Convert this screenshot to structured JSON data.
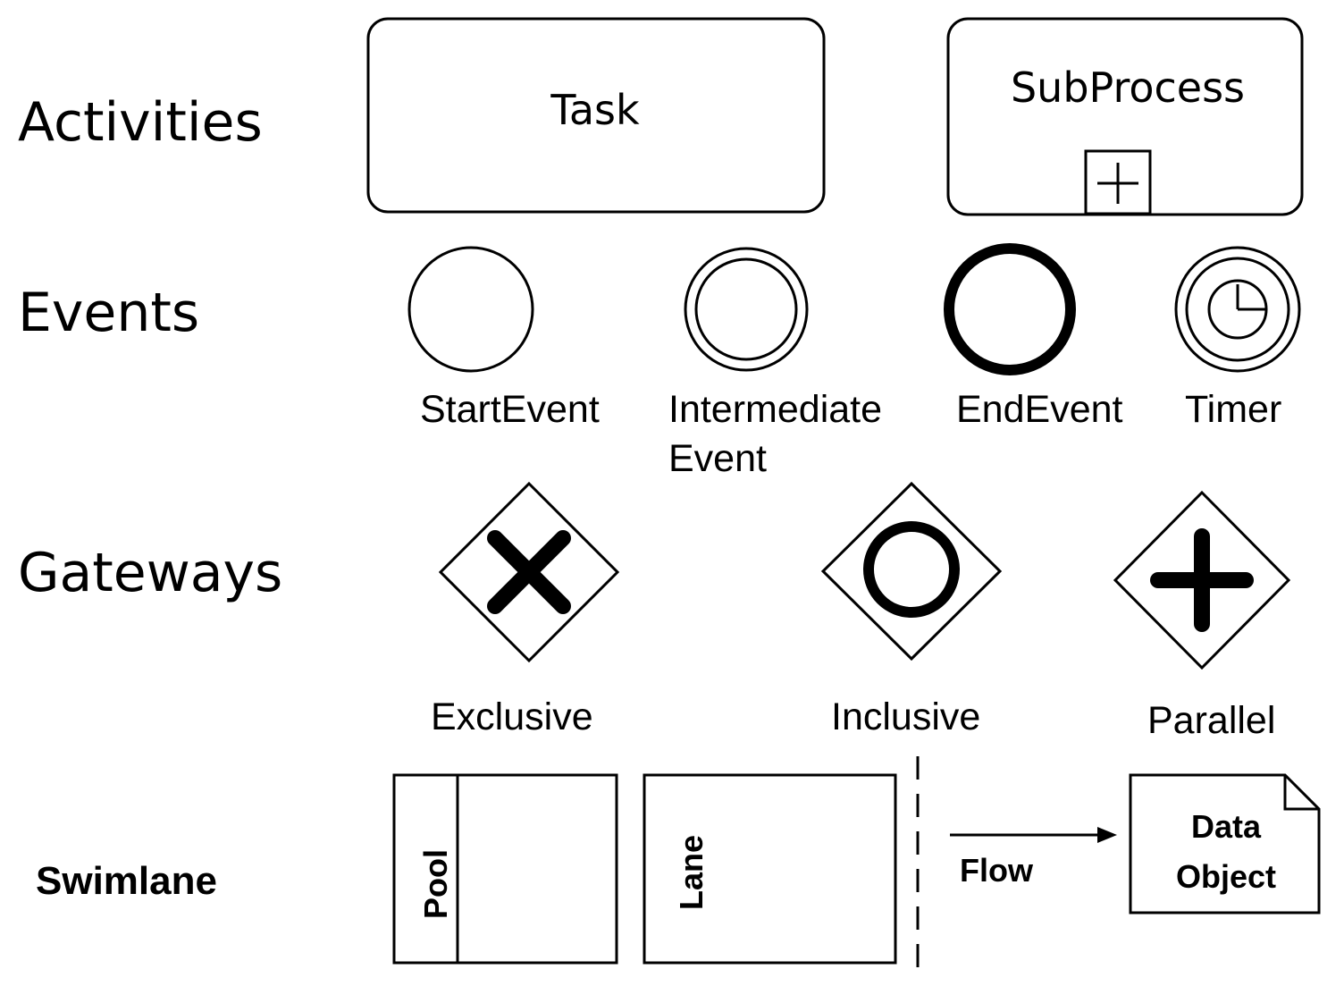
{
  "sections": {
    "activities": "Activities",
    "events": "Events",
    "gateways": "Gateways",
    "swimlane": "Swimlane"
  },
  "activities": {
    "task": "Task",
    "subprocess": "SubProcess"
  },
  "events": {
    "start": "StartEvent",
    "intermediate_line1": "Intermediate",
    "intermediate_line2": "Event",
    "end": "EndEvent",
    "timer": "Timer"
  },
  "gateways": {
    "exclusive": "Exclusive",
    "inclusive": "Inclusive",
    "parallel": "Parallel"
  },
  "swimlane": {
    "pool": "Pool",
    "lane": "Lane",
    "flow": "Flow",
    "data_object_line1": "Data",
    "data_object_line2": "Object"
  },
  "icons": {
    "subprocess_marker": "plus-square-icon",
    "timer": "clock-icon",
    "exclusive": "x-icon",
    "inclusive": "circle-icon",
    "parallel": "plus-icon"
  }
}
